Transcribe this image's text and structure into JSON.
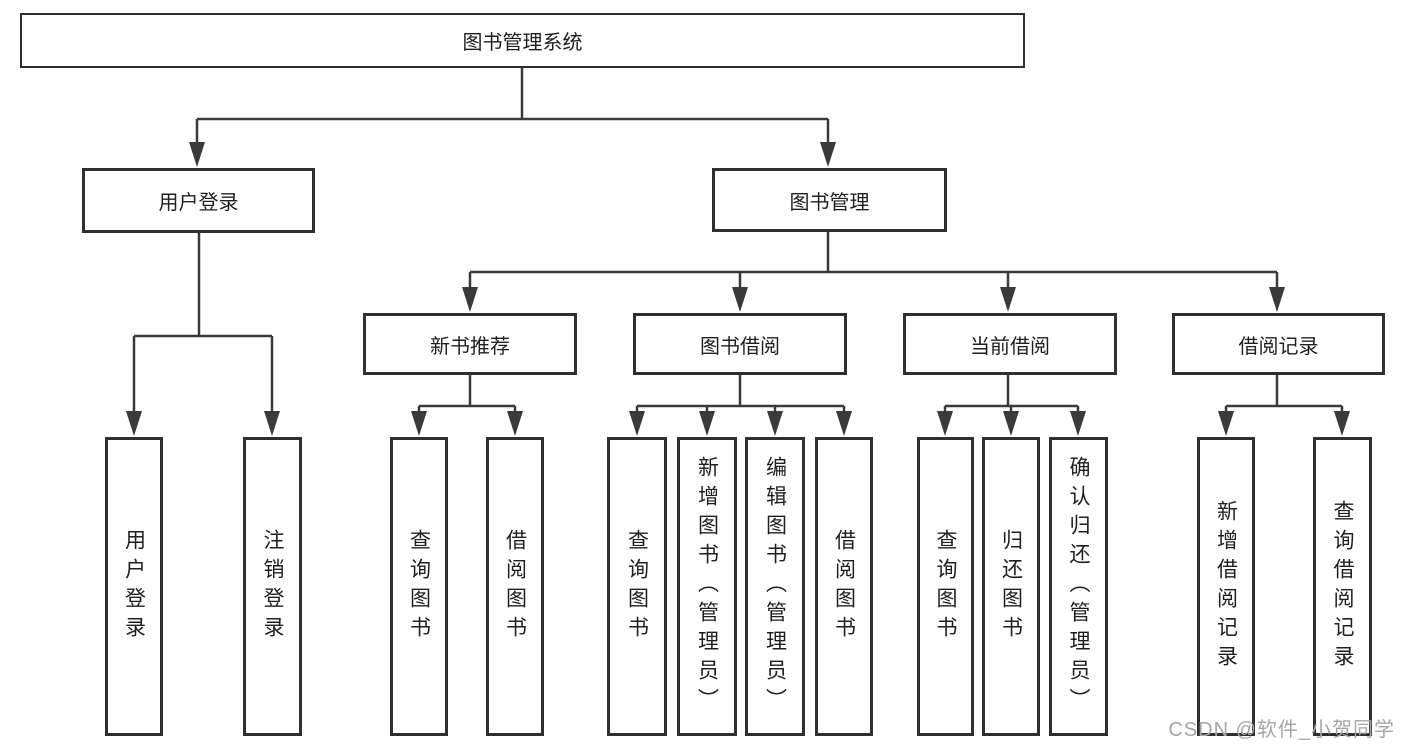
{
  "tree": {
    "label": "图书管理系统",
    "children": [
      {
        "label": "用户登录",
        "children": [
          {
            "label": "用户登录"
          },
          {
            "label": "注销登录"
          }
        ]
      },
      {
        "label": "图书管理",
        "children": [
          {
            "label": "新书推荐",
            "children": [
              {
                "label": "查询图书"
              },
              {
                "label": "借阅图书"
              }
            ]
          },
          {
            "label": "图书借阅",
            "children": [
              {
                "label": "查询图书"
              },
              {
                "label": "新增图书（管理员）"
              },
              {
                "label": "编辑图书（管理员）"
              },
              {
                "label": "借阅图书"
              }
            ]
          },
          {
            "label": "当前借阅",
            "children": [
              {
                "label": "查询图书"
              },
              {
                "label": "归还图书"
              },
              {
                "label": "确认归还（管理员）"
              }
            ]
          },
          {
            "label": "借阅记录",
            "children": [
              {
                "label": "新增借阅记录"
              },
              {
                "label": "查询借阅记录"
              }
            ]
          }
        ]
      }
    ]
  },
  "watermark": {
    "text": "CSDN @软件_小贺同学"
  },
  "colors": {
    "line": "#3a3a3a",
    "box_border": "#2f2f2f",
    "text": "#1f1f1f",
    "watermark": "#a6a6a6",
    "background": "#ffffff"
  }
}
